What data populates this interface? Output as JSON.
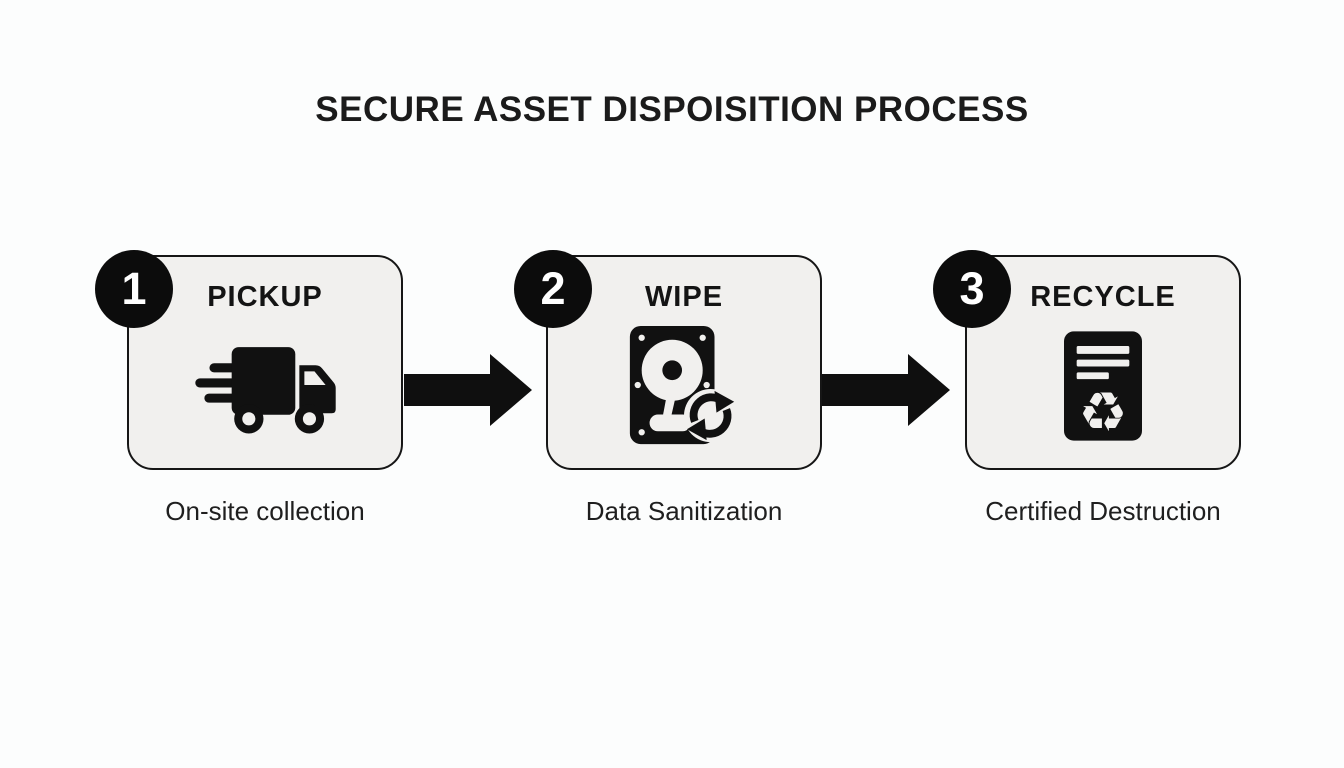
{
  "title": "SECURE ASSET DISPOISITION PROCESS",
  "steps": [
    {
      "number": "1",
      "label": "PICKUP",
      "caption": "On-site collection",
      "icon": "delivery-truck-icon"
    },
    {
      "number": "2",
      "label": "WIPE",
      "caption": "Data Sanitization",
      "icon": "hard-drive-wipe-icon"
    },
    {
      "number": "3",
      "label": "RECYCLE",
      "caption": "Certified Destruction",
      "icon": "recycle-certificate-icon",
      "recycle_glyph": "♻"
    }
  ],
  "colors": {
    "background": "#fcfdfd",
    "box_fill": "#f1f0ee",
    "box_border": "#161616",
    "badge_fill": "#0c0c0c",
    "badge_text": "#ffffff",
    "arrow": "#0f0f0f",
    "title_text": "#1b1b1b",
    "caption_text": "#1f1f1f"
  }
}
